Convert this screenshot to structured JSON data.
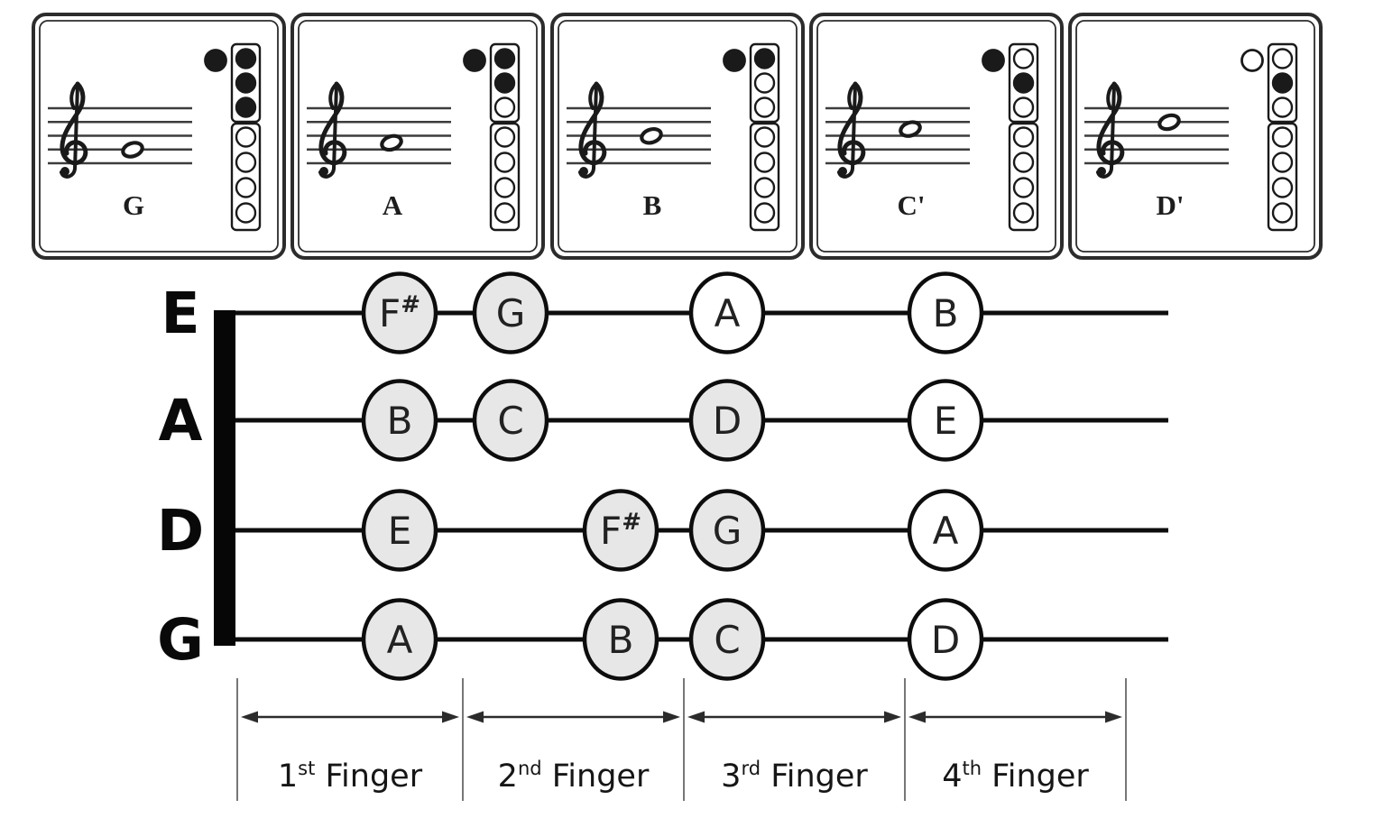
{
  "colors": {
    "ink": "#1a1a1a",
    "staff_line": "#3c3c3c",
    "string_line": "#0d0d0d",
    "note_circle_gray": "#e7e7e7",
    "note_circle_white": "#ffffff",
    "tick_gray": "#777777",
    "arrow_dark": "#2b2b2b"
  },
  "fingering_charts": {
    "description": "recorder fingering charts with treble staff notes",
    "items": [
      {
        "label": "G",
        "staff_step": 0,
        "note_position": "on 2nd line from bottom",
        "thumb": "closed",
        "holes": [
          "closed",
          "closed",
          "closed",
          "open",
          "open",
          "open",
          "open"
        ]
      },
      {
        "label": "A",
        "staff_step": 1,
        "note_position": "in 2nd space from bottom",
        "thumb": "closed",
        "holes": [
          "closed",
          "closed",
          "open",
          "open",
          "open",
          "open",
          "open"
        ]
      },
      {
        "label": "B",
        "staff_step": 2,
        "note_position": "on middle line",
        "thumb": "closed",
        "holes": [
          "closed",
          "open",
          "open",
          "open",
          "open",
          "open",
          "open"
        ]
      },
      {
        "label": "C'",
        "staff_step": 3,
        "note_position": "in 3rd space from bottom",
        "thumb": "closed",
        "holes": [
          "open",
          "closed",
          "open",
          "open",
          "open",
          "open",
          "open"
        ]
      },
      {
        "label": "D'",
        "staff_step": 4,
        "note_position": "on 4th line from bottom",
        "thumb": "open",
        "holes": [
          "open",
          "closed",
          "open",
          "open",
          "open",
          "open",
          "open"
        ]
      }
    ]
  },
  "fingerboard": {
    "description": "violin fingerboard diagram, first position notes",
    "strings": [
      {
        "open_note": "E",
        "notes": [
          {
            "label": "F#",
            "semitones": 2,
            "fill": "gray"
          },
          {
            "label": "G",
            "semitones": 3,
            "fill": "gray"
          },
          {
            "label": "A",
            "semitones": 5,
            "fill": "white"
          },
          {
            "label": "B",
            "semitones": 7,
            "fill": "white"
          }
        ]
      },
      {
        "open_note": "A",
        "notes": [
          {
            "label": "B",
            "semitones": 2,
            "fill": "gray"
          },
          {
            "label": "C",
            "semitones": 3,
            "fill": "gray"
          },
          {
            "label": "D",
            "semitones": 5,
            "fill": "gray"
          },
          {
            "label": "E",
            "semitones": 7,
            "fill": "white"
          }
        ]
      },
      {
        "open_note": "D",
        "notes": [
          {
            "label": "E",
            "semitones": 2,
            "fill": "gray"
          },
          {
            "label": "F#",
            "semitones": 4,
            "fill": "gray"
          },
          {
            "label": "G",
            "semitones": 5,
            "fill": "gray"
          },
          {
            "label": "A",
            "semitones": 7,
            "fill": "white"
          }
        ]
      },
      {
        "open_note": "G",
        "notes": [
          {
            "label": "A",
            "semitones": 2,
            "fill": "gray"
          },
          {
            "label": "B",
            "semitones": 4,
            "fill": "gray"
          },
          {
            "label": "C",
            "semitones": 5,
            "fill": "gray"
          },
          {
            "label": "D",
            "semitones": 7,
            "fill": "white"
          }
        ]
      }
    ],
    "finger_zones": [
      {
        "number": "1",
        "ordinal": "st",
        "word": "Finger"
      },
      {
        "number": "2",
        "ordinal": "nd",
        "word": "Finger"
      },
      {
        "number": "3",
        "ordinal": "rd",
        "word": "Finger"
      },
      {
        "number": "4",
        "ordinal": "th",
        "word": "Finger"
      }
    ]
  }
}
